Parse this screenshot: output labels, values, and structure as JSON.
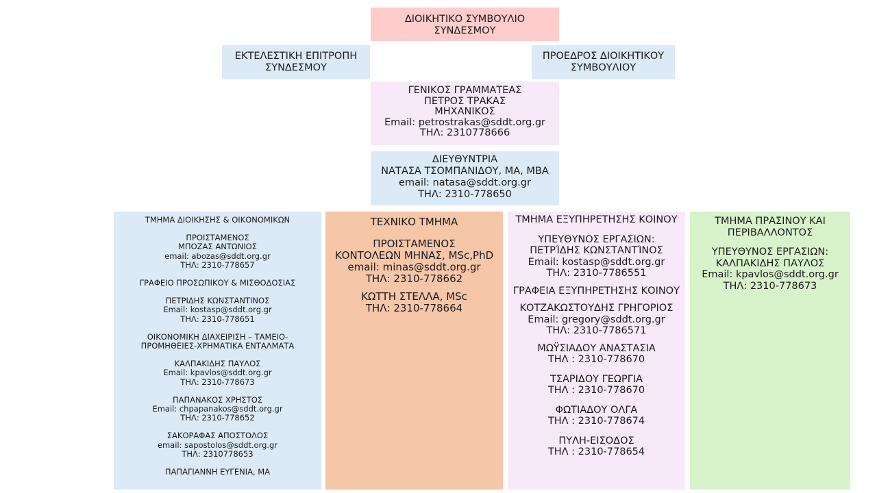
{
  "board": {
    "line1": "ΔΙΟΙΚΗΤΙΚΟ ΣΥΜΒΟΥΛΙΟ",
    "line2": "ΣΥΝΔΕΣΜΟΥ"
  },
  "executive": {
    "line1": "ΕΚΤΕΛΕΣΤΙΚΗ ΕΠΙΤΡΟΠΗ",
    "line2": "ΣΥΝΔΕΣΜΟΥ"
  },
  "president": {
    "line1": "ΠΡΟΕΔΡΟΣ ΔΙΟΙΚΗΤΙΚΟΥ",
    "line2": "ΣΥΜΒΟΥΛΙΟΥ"
  },
  "secretary": {
    "title": "ΓΕΝΙΚΟΣ ΓΡΑΜΜΑΤΕΑΣ",
    "name": "ΠΕΤΡΟΣ ΤΡΑΚΑΣ",
    "role": "ΜΗΧΑΝΙΚΟΣ",
    "email": "Email: petrostrakas@sddt.org.gr",
    "phone": "ΤΗΛ: 2310778666"
  },
  "director": {
    "title": "ΔΙΕΥΘΥΝΤΡΙΑ",
    "name": "ΝΑΤΑΣΑ ΤΣΟΜΠΑΝΙΔΟΥ, ΜΑ, ΜΒΑ",
    "email": "email: natasa@sddt.org.gr",
    "phone": "ΤΗΛ: 2310-778650"
  },
  "admin_dept": {
    "title": "ΤΜΗΜΑ ΔΙΟΙΚΗΣΗΣ & ΟΙΚΟΝΟΜΙΚΩΝ",
    "head_label": "ΠΡΟΙΣΤΑΜΕΝΟΣ",
    "head_name": "ΜΠΟΖΑΣ ΑΝΤΩΝΙΟΣ",
    "head_email": "email: abozas@sddt.org.gr",
    "head_phone": "ΤΗΛ: 2310-778657",
    "personnel_office": "ΓΡΑΦΕΙΟ ΠΡΟΣΩΠΙΚΟΥ & ΜΙΣΘΟΔΟΣΙΑΣ",
    "p1_name": "ΠΕΤΡΙΔΗΣ ΚΩΝΣΤΑΝΤΙΝΟΣ",
    "p1_email": "Email: kostasp@sddt.org.gr",
    "p1_phone": "ΤΗΛ: 2310-778651",
    "finance_line1": "ΟΙΚΟΝΟΜΙΚΗ ΔΙΑΧΕΙΡΙΣΗ – ΤΑΜΕΙΟ-",
    "finance_line2": "ΠΡΟΜΗΘΕΙΕΣ-ΧΡΗΜΑΤΙΚΑ ΕΝΤΑΛΜΑΤΑ",
    "p2_name": "ΚΑΛΠΑΚΙΔΗΣ ΠΑΥΛΟΣ",
    "p2_email": "Email: kpavlos@sddt.org.gr",
    "p2_phone": "ΤΗΛ: 2310-778673",
    "p3_name": "ΠΑΠΑΝΑΚΟΣ ΧΡΗΣΤΟΣ",
    "p3_email": "Email: chpapanakos@sddt.org.gr",
    "p3_phone": "ΤΗΛ: 2310-778652",
    "p4_name": "ΣΑΚΟΡΑΦΑΣ ΑΠΟΣΤΟΛΟΣ",
    "p4_email": "email: sapostolos@sddt.org.gr",
    "p4_phone": "ΤΗΛ: 2310778653",
    "p5_name": "ΠΑΠΑΓΙΑΝΝΗ ΕΥΓΕΝΙΑ, ΜΑ"
  },
  "tech_dept": {
    "title": "ΤΕΧΝΙΚΟ ΤΜΗΜΑ",
    "head_label": "ΠΡΟΙΣΤΑΜΕΝΟΣ",
    "head_name": "ΚΟΝΤΟΛΕΩΝ ΜΗΝΑΣ, MSc,PhD",
    "head_email": "email: minas@sddt.org.gr",
    "head_phone": "ΤΗΛ: 2310-778662",
    "p1_name": "ΚΩΤΤΗ ΣΤΕΛΛΑ, MSc",
    "p1_phone": "ΤΗΛ: 2310-778664"
  },
  "service_dept": {
    "title": "ΤΜΗΜΑ ΕΞΥΠΗΡΕΤΗΣΗΣ ΚΟΙΝΟΥ",
    "head_label": "ΥΠΕΥΘΥΝΟΣ ΕΡΓΑΣΙΩΝ:",
    "head_name": "ΠΕΤΡΊΔΗΣ ΚΩΝΣΤΑΝΤΊΝΟΣ",
    "head_email": "Email: kostasp@sddt.org.gr",
    "head_phone": "ΤΗΛ: 2310-7786551",
    "offices": "ΓΡΑΦΕΙΑ ΕΞΥΠΗΡΕΤΗΣΗΣ ΚΟΙΝΟΥ",
    "p1_name": "ΚΟΤΖΑΚΩΣΤΟΥΔΗΣ ΓΡΗΓΟΡΙΟΣ",
    "p1_email": "Email: gregory@sddt.org.gr",
    "p1_phone": "ΤΗΛ: 2310-7786571",
    "p2_name": "ΜΩΫΣΙΑΔΟΥ ΑΝΑΣΤΑΣΙΑ",
    "p2_phone": "ΤΗΛ : 2310-778670",
    "p3_name": "ΤΣΑΡΙΔΟΥ ΓΕΩΡΓΙΑ",
    "p3_phone": "ΤΗΛ : 2310-778670",
    "p4_name": "ΦΩΤΙΑΔΟΥ ΟΛΓΑ",
    "p4_phone": "ΤΗΛ : 2310-778674",
    "p5_name": "ΠΥΛΗ-ΕΙΣΟΔΟΣ",
    "p5_phone": "ΤΗΛ : 2310-778654"
  },
  "green_dept": {
    "title_line1": "ΤΜΗΜΑ ΠΡΑΣΙΝΟΥ ΚΑΙ",
    "title_line2": "ΠΕΡΙΒΑΛΛΟΝΤΟΣ",
    "head_label": "ΥΠΕΥΘΥΝΟΣ ΕΡΓΑΣΙΩΝ:",
    "head_name": "ΚΑΛΠΑΚΙΔΗΣ ΠΑΥΛΟΣ",
    "head_email": "Email: kpavlos@sddt.org.gr",
    "head_phone": "ΤΗΛ: 2310-778673"
  },
  "colors": {
    "board": "#ffcccc",
    "blue": "#dce9f6",
    "lilac": "#f7e9f8",
    "peach": "#f6c6a8",
    "green": "#d8f2cc"
  }
}
